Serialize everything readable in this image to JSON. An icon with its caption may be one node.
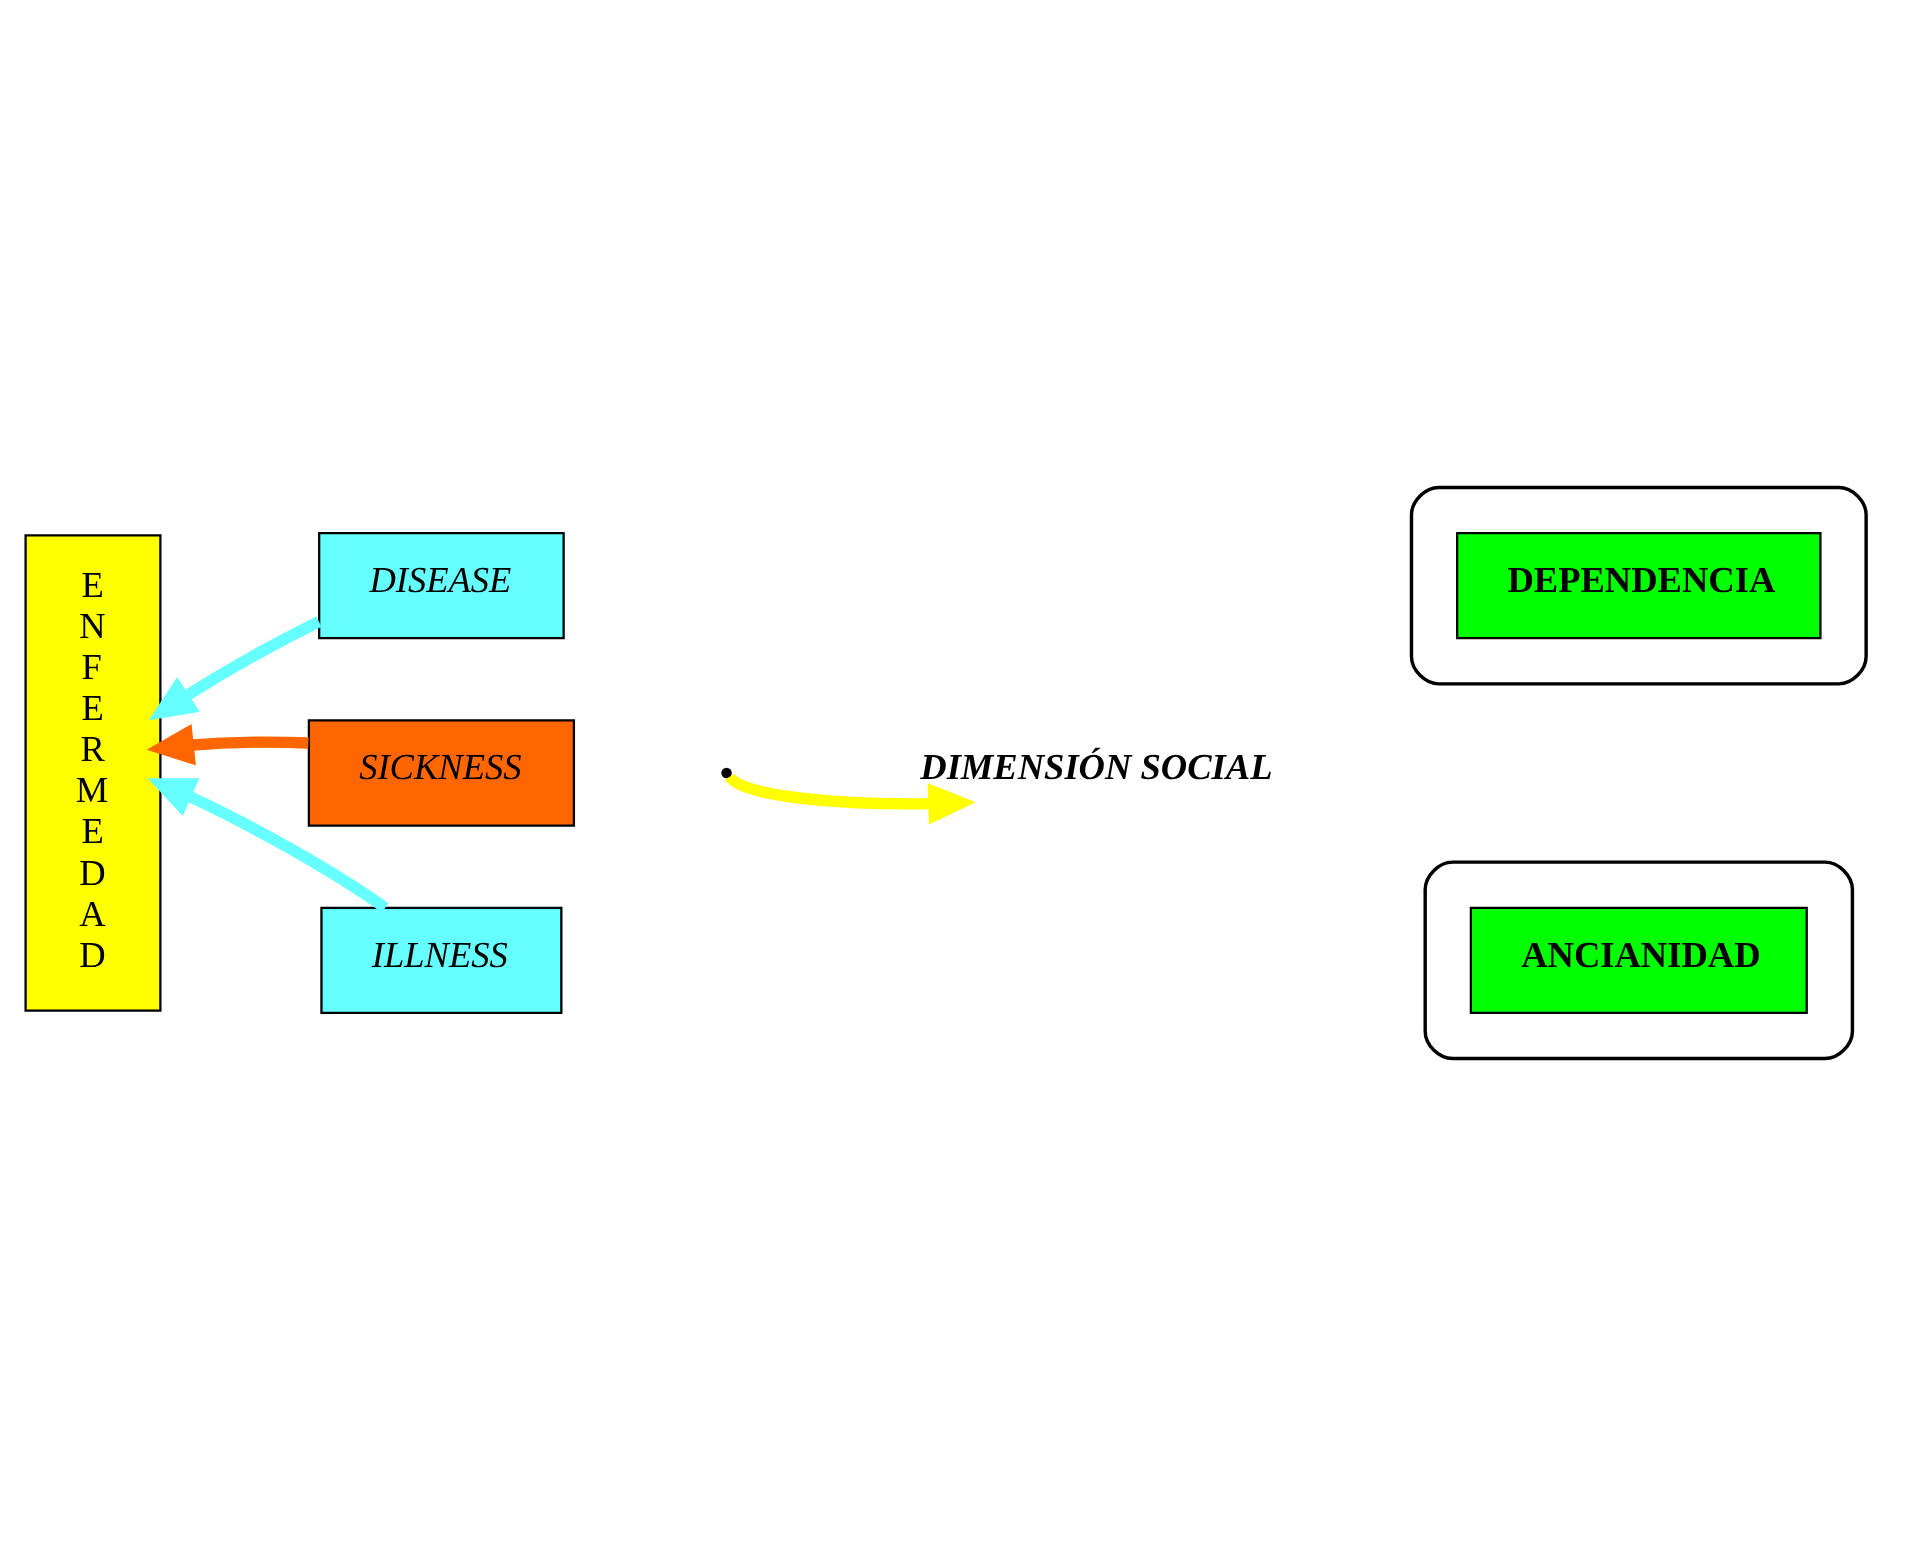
{
  "diagram": {
    "nodes": [
      {
        "text": [
          "E N F E R M E D A D"
        ]
      },
      {
        "text": [
          "DISEASE"
        ]
      },
      {
        "text": [
          "SICKNESS"
        ]
      },
      {
        "text": [
          "ILLNESS"
        ]
      },
      {
        "text": [],
        "shape": "ellipse"
      },
      {
        "text": [
          "DEPENDENCIA"
        ],
        "in": 4
      },
      {
        "text": [
          "DIMENSIÓN SOCIAL"
        ]
      },
      {
        "text": [],
        "shape": "ellipse"
      },
      {
        "text": [
          "ANCIANIDAD"
        ],
        "in": 7
      }
    ],
    "edges": [
      {
        "from": 1,
        "to": 0,
        "arrow": "to"
      },
      {
        "from": 2,
        "to": 0,
        "arrow": "to",
        "color": "#ff6600"
      },
      {
        "from": 3,
        "to": 0,
        "arrow": "to"
      },
      {
        "from": null,
        "to": 6,
        "arrow": "to",
        "color": "#ffff00"
      }
    ]
  }
}
